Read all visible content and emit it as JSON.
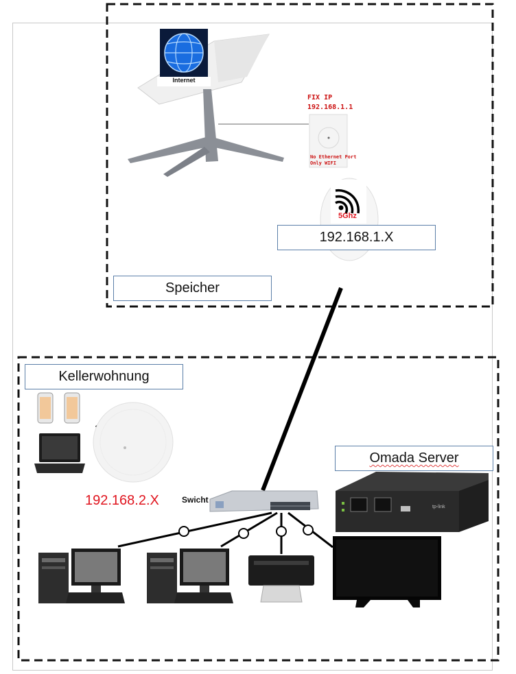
{
  "zones": {
    "attic": {
      "label": "Speicher"
    },
    "basement": {
      "label": "Kellerwohnung"
    }
  },
  "devices": {
    "satellite_dish": {
      "caption": "Internet"
    },
    "starlink_router": {
      "note_title": "FIX IP",
      "note_ip": "192.168.1.1",
      "note_line1": "No Ethernet Port",
      "note_line2": "Only WIFI"
    },
    "attic_access_point": {
      "band_label": "5Ghz",
      "ip": "192.168.1.X"
    },
    "basement_access_point": {
      "ip": "192.168.2.X"
    },
    "switch": {
      "label": "Swicht"
    },
    "omada_server": {
      "label": "Omada Server",
      "brand": "tp-link"
    }
  },
  "colors": {
    "dashed_border": "#111111",
    "label_border": "#5a7ea8",
    "ip_red": "#e0141e",
    "link_line": "#000000"
  }
}
